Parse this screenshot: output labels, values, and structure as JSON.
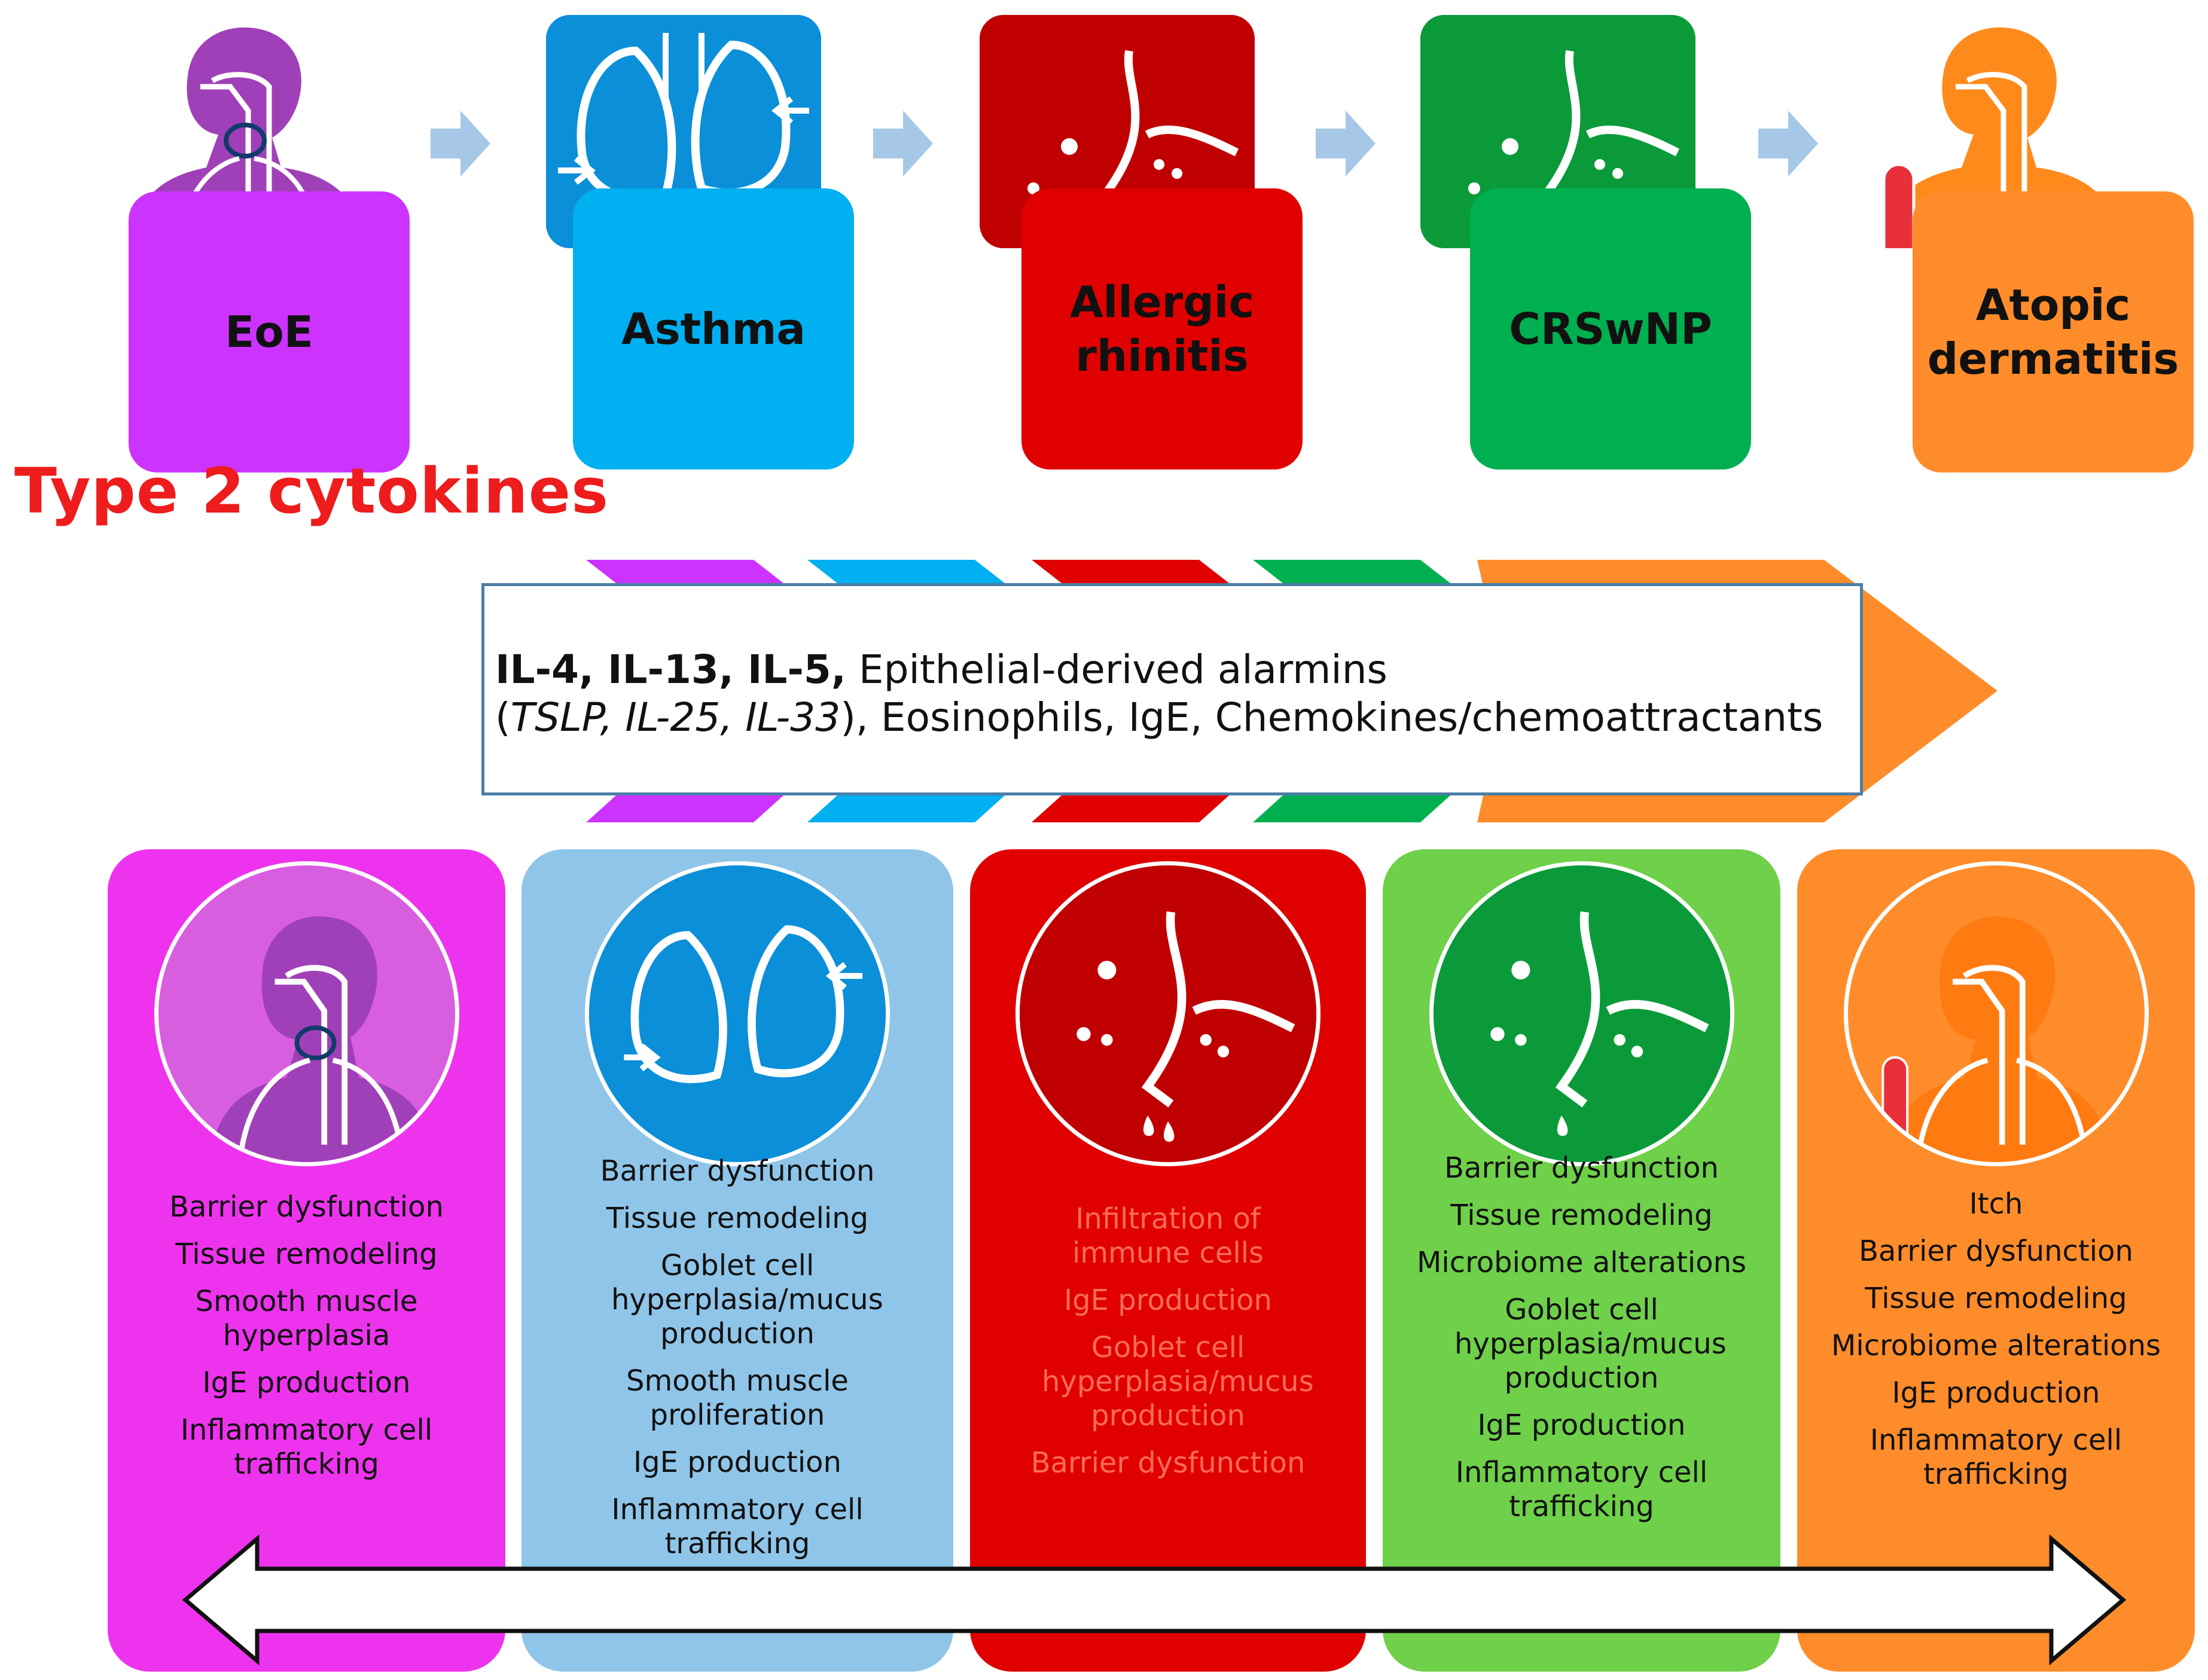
{
  "colors": {
    "eoe": "#cc33ff",
    "asthma": "#00b0f0",
    "allergic_rhinitis": "#e00000",
    "crswnp": "#00b050",
    "atopic_dermatitis": "#ff8c2a",
    "step_arrow": "#a6c8e6",
    "title": "#ee1c1c"
  },
  "diseases": [
    {
      "key": "eoe",
      "label": "EoE",
      "icon": "torso-esophagus-icon"
    },
    {
      "key": "asthma",
      "label": "Asthma",
      "icon": "lungs-icon"
    },
    {
      "key": "allergic_rhinitis",
      "label": "Allergic\nrhinitis",
      "icon": "nose-icon"
    },
    {
      "key": "crswnp",
      "label": "CRSwNP",
      "icon": "nose-icon"
    },
    {
      "key": "atopic_dermatitis",
      "label": "Atopic\ndermatitis",
      "icon": "torso-skin-icon"
    }
  ],
  "section_title": "Type 2 cytokines",
  "cytokines": {
    "bold_part": "IL-4, IL-13, IL-5,",
    "line1_rest": " Epithelial-derived alarmins",
    "open_paren": "(",
    "italic_part": "TSLP, IL-25, IL-33",
    "line2_rest": "), Eosinophils, IgE, Chemokines/chemoattractants"
  },
  "cards": [
    {
      "key": "eoe",
      "features": [
        "Barrier dysfunction",
        "Tissue remodeling",
        "Smooth muscle hyperplasia",
        "IgE production",
        "Inflammatory cell trafficking"
      ]
    },
    {
      "key": "asthma",
      "features": [
        "Barrier dysfunction",
        "Tissue remodeling",
        "Goblet cell hyperplasia/mucus production",
        "Smooth muscle proliferation",
        "IgE production",
        "Inflammatory cell trafficking"
      ]
    },
    {
      "key": "allergic_rhinitis",
      "features": [
        "Infiltration of immune cells",
        "IgE production",
        "Goblet cell hyperplasia/mucus production",
        "Barrier dysfunction"
      ]
    },
    {
      "key": "crswnp",
      "features": [
        "Barrier dysfunction",
        "Tissue remodeling",
        "Microbiome alterations",
        "Goblet cell hyperplasia/mucus production",
        "IgE production",
        "Inflammatory cell trafficking"
      ]
    },
    {
      "key": "atopic_dermatitis",
      "features": [
        "Itch",
        "Barrier dysfunction",
        "Tissue remodeling",
        "Microbiome alterations",
        "IgE production",
        "Inflammatory cell trafficking"
      ]
    }
  ]
}
